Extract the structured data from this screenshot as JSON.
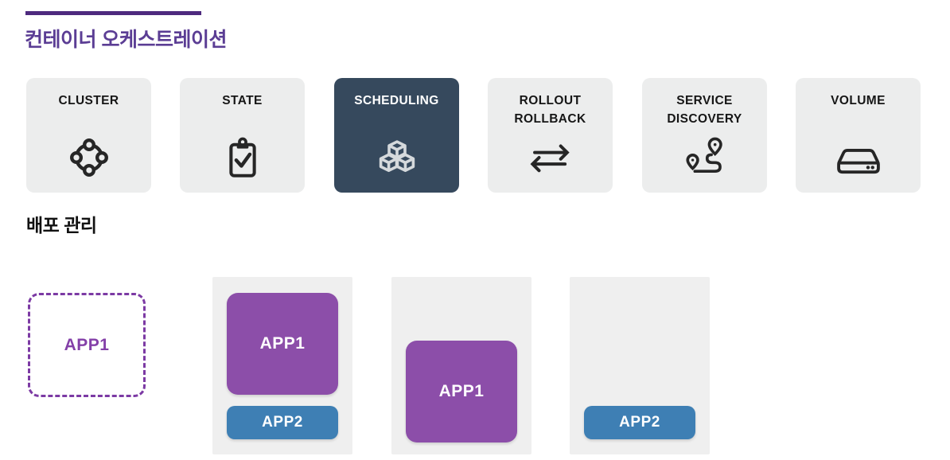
{
  "header": {
    "title": "컨테이너 오케스트레이션"
  },
  "cards": [
    {
      "label": "CLUSTER",
      "icon": "cluster-icon",
      "active": false
    },
    {
      "label": "STATE",
      "icon": "clipboard-check-icon",
      "active": false
    },
    {
      "label": "SCHEDULING",
      "icon": "cubes-icon",
      "active": true
    },
    {
      "label": "ROLLOUT\nROLLBACK",
      "icon": "swap-arrows-icon",
      "active": false
    },
    {
      "label": "SERVICE\nDISCOVERY",
      "icon": "route-pins-icon",
      "active": false
    },
    {
      "label": "VOLUME",
      "icon": "storage-drive-icon",
      "active": false
    }
  ],
  "deployment": {
    "title": "배포 관리",
    "pending_app": "APP1",
    "nodes": [
      {
        "apps": [
          "APP1",
          "APP2"
        ]
      },
      {
        "apps": [
          "APP1"
        ]
      },
      {
        "apps": [
          "APP2"
        ]
      }
    ]
  },
  "colors": {
    "accent_purple": "#5b3d94",
    "rule_purple": "#4e2a7e",
    "dashed_purple": "#7c3aa4",
    "app_purple": "#8c4ea9",
    "app_blue": "#3e7fb4",
    "active_card": "#36495d",
    "card_gray": "#eceded",
    "node_gray": "#efefef"
  }
}
